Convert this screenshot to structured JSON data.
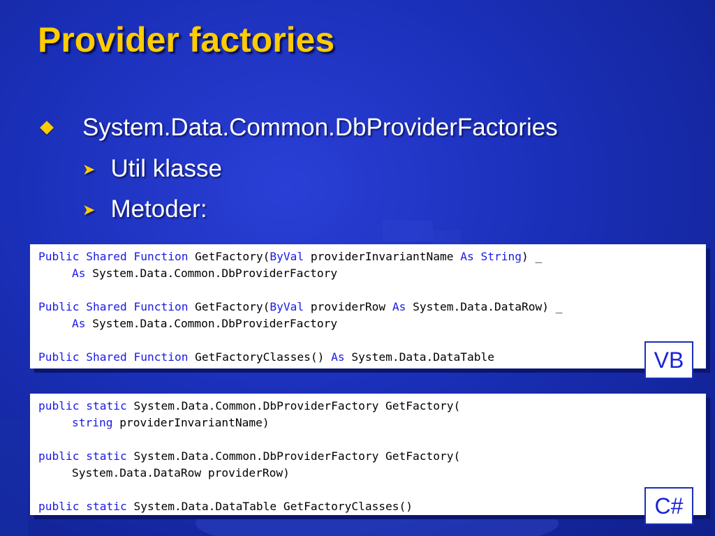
{
  "title": "Provider factories",
  "bullets": {
    "main": "System.Data.Common.DbProviderFactories",
    "sub": [
      "Util klasse",
      "Metoder:"
    ]
  },
  "vb": {
    "label": "VB",
    "l1": {
      "a": "Public",
      "b": "Shared",
      "c": "Function",
      "d": " GetFactory(",
      "e": "ByVal",
      "f": " providerInvariantName ",
      "g": "As",
      "h": "String",
      "i": ") _"
    },
    "l2": {
      "a": "As",
      "b": " System.Data.Common.DbProviderFactory"
    },
    "l3": {
      "a": "Public",
      "b": "Shared",
      "c": "Function",
      "d": " GetFactory(",
      "e": "ByVal",
      "f": " providerRow ",
      "g": "As",
      "h": " System.Data.DataRow) _"
    },
    "l4": {
      "a": "As",
      "b": " System.Data.Common.DbProviderFactory"
    },
    "l5": {
      "a": "Public",
      "b": "Shared",
      "c": "Function",
      "d": " GetFactoryClasses() ",
      "e": "As",
      "f": " System.Data.DataTable"
    }
  },
  "cs": {
    "label": "C#",
    "l1": {
      "a": "public",
      "b": "static",
      "c": " System.Data.Common.DbProviderFactory GetFactory("
    },
    "l2": {
      "a": "string",
      "b": " providerInvariantName)"
    },
    "l3": {
      "a": "public",
      "b": "static",
      "c": " System.Data.Common.DbProviderFactory GetFactory("
    },
    "l4": {
      "a": "System.Data.DataRow providerRow)"
    },
    "l5": {
      "a": "public",
      "b": "static",
      "c": " System.Data.DataTable GetFactoryClasses()"
    }
  },
  "colors": {
    "background": "#1a2fb8",
    "title": "#ffcc00",
    "bullet": "#ffcc00",
    "keyword": "#1a1ae6",
    "code_text": "#000000"
  }
}
